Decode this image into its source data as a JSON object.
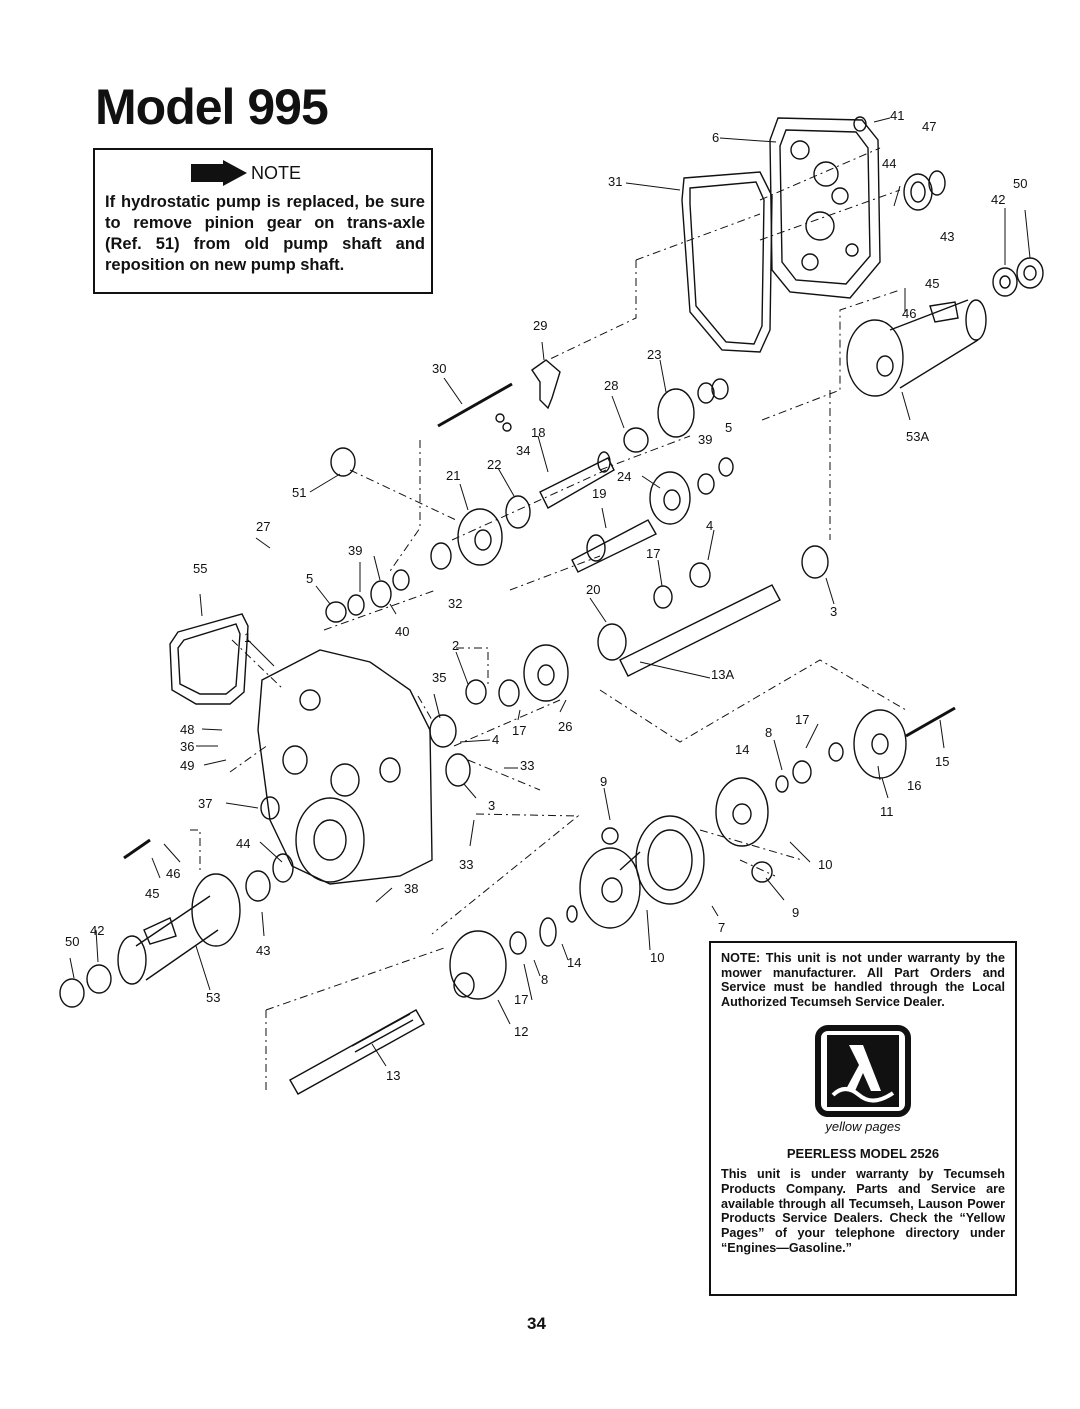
{
  "title": "Model 995",
  "note": {
    "label": "NOTE",
    "text": "If hydrostatic pump is replaced, be sure to remove pinion gear on trans-axle (Ref. 51) from old pump shaft and reposition on new pump shaft."
  },
  "warranty": {
    "top_note": "NOTE: This unit is not under warranty by the mower manufacturer. All Part Orders and Service must be handled through the Local Authorized Tecumseh Service Dealer.",
    "logo_caption": "yellow pages",
    "model_heading": "PEERLESS MODEL 2526",
    "bottom_text": "This unit is under warranty by Tecumseh Products Company. Parts and Service are available through all Tecumseh, Lauson Power Products Service Dealers. Check the “Yellow Pages” of your telephone directory under “Engines—Gasoline.”"
  },
  "page_number": "34",
  "part_labels": [
    "6",
    "41",
    "47",
    "44",
    "50",
    "42",
    "31",
    "43",
    "45",
    "46",
    "53A",
    "29",
    "30",
    "23",
    "28",
    "5",
    "39",
    "18",
    "34",
    "22",
    "24",
    "21",
    "19",
    "51",
    "4",
    "27",
    "17",
    "39",
    "55",
    "5",
    "20",
    "32",
    "40",
    "3",
    "1",
    "2",
    "35",
    "13A",
    "48",
    "36",
    "49",
    "4",
    "17",
    "26",
    "17",
    "8",
    "14",
    "15",
    "33",
    "16",
    "11",
    "9",
    "37",
    "3",
    "44",
    "33",
    "10",
    "46",
    "45",
    "38",
    "9",
    "7",
    "50",
    "42",
    "43",
    "10",
    "14",
    "8",
    "53",
    "17",
    "12",
    "13"
  ]
}
